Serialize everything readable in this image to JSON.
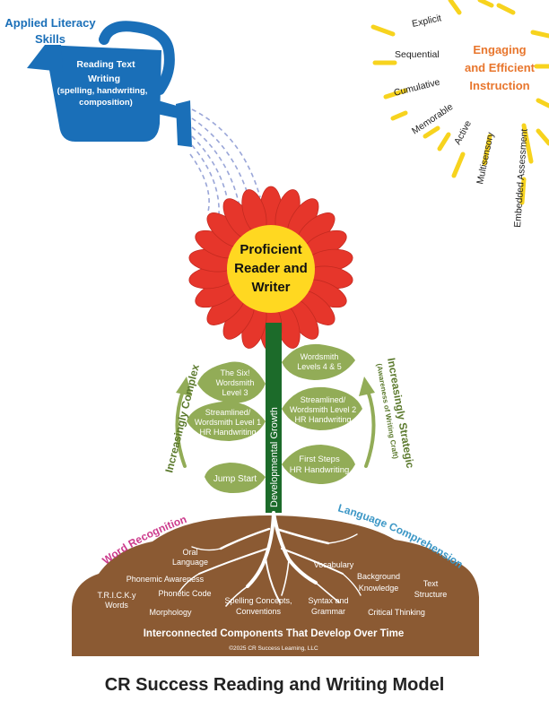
{
  "title": "CR Success Reading and Writing Model",
  "applied_literacy": {
    "heading_line1": "Applied Literacy",
    "heading_line2": "Skills",
    "can_line1": "Reading Text",
    "can_line2": "Writing",
    "can_line3": "(spelling, handwriting,",
    "can_line4": "composition)"
  },
  "instruction": {
    "heading_line1": "Engaging",
    "heading_line2": "and Efficient",
    "heading_line3": "Instruction",
    "rays": [
      "Explicit",
      "Sequential",
      "Cumulative",
      "Memorable",
      "Active",
      "Multisensory",
      "Embedded Assessment"
    ]
  },
  "flower": {
    "center_line1": "Proficient",
    "center_line2": "Reader and",
    "center_line3": "Writer",
    "stem_label": "Developmental Growth"
  },
  "leaves_left": {
    "leaf1_line1": "The Six!",
    "leaf1_line2": "Wordsmith",
    "leaf1_line3": "Level 3",
    "leaf2_line1": "Streamlined/",
    "leaf2_line2": "Wordsmith Level 1",
    "leaf2_line3": "HR Handwriting",
    "leaf3_line1": "Jump Start"
  },
  "leaves_right": {
    "leaf1_line1": "Wordsmith",
    "leaf1_line2": "Levels 4 & 5",
    "leaf2_line1": "Streamlined/",
    "leaf2_line2": "Wordsmith Level 2",
    "leaf2_line3": "HR Handwriting",
    "leaf3_line1": "First Steps",
    "leaf3_line2": "HR Handwriting"
  },
  "arrows": {
    "left_label": "Increasingly Complex",
    "right_label_line1": "Increasingly Strategic",
    "right_label_line2": "(Awareness of Writing Craft)"
  },
  "roots": {
    "word_recognition": "Word Recognition",
    "language_comprehension": "Language Comprehension",
    "oral_language_line1": "Oral",
    "oral_language_line2": "Language",
    "phonemic_awareness": "Phonemic Awareness",
    "tricky_line1": "T.R.I.C.K.y",
    "tricky_line2": "Words",
    "phonetic_code": "Phonetic Code",
    "morphology": "Morphology",
    "spelling_line1": "Spelling Concepts,",
    "spelling_line2": "Conventions",
    "vocabulary": "Vocabulary",
    "syntax_line1": "Syntax and",
    "syntax_line2": "Grammar",
    "background_line1": "Background",
    "background_line2": "Knowledge",
    "text_structure_line1": "Text",
    "text_structure_line2": "Structure",
    "critical_thinking": "Critical Thinking",
    "soil_caption": "Interconnected Components That Develop Over Time",
    "copyright": "©2025 CR Success Learning, LLC"
  },
  "colors": {
    "blue": "#1a6fb8",
    "orange": "#e8762d",
    "yellow_ray": "#f7d31e",
    "petal_red": "#e6362b",
    "center_yellow": "#ffd821",
    "leaf_green": "#92ac57",
    "stem_green": "#1c6b2a",
    "soil_brown": "#8b5a33",
    "pink": "#cc3b8c",
    "lang_blue": "#3c97c6",
    "title_text": "#222222"
  }
}
